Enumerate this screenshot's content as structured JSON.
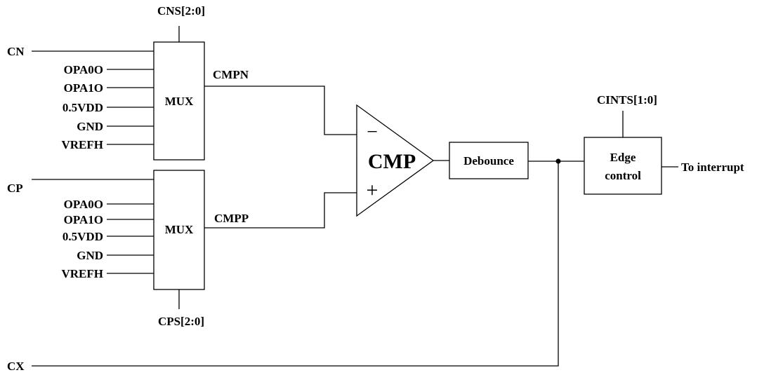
{
  "mux_top": {
    "label": "MUX",
    "select": "CNS[2:0]",
    "inputs": [
      "CN",
      "OPA0O",
      "OPA1O",
      "0.5VDD",
      "GND",
      "VREFH"
    ],
    "output": "CMPN"
  },
  "mux_bottom": {
    "label": "MUX",
    "select": "CPS[2:0]",
    "inputs": [
      "CP",
      "OPA0O",
      "OPA1O",
      "0.5VDD",
      "GND",
      "VREFH"
    ],
    "output": "CMPP"
  },
  "comparator": {
    "label": "CMP",
    "minus": "−",
    "plus": "+"
  },
  "debounce": {
    "label": "Debounce"
  },
  "edge_control": {
    "label_line1": "Edge",
    "label_line2": "control",
    "select": "CINTS[1:0]",
    "output": "To interrupt"
  },
  "cx": {
    "label": "CX"
  }
}
